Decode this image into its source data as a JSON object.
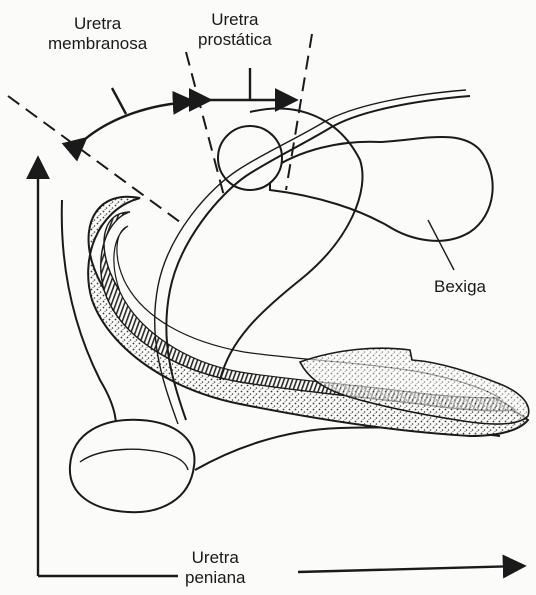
{
  "labels": {
    "uretra_membranosa": {
      "line1": "Uretra",
      "line2": "membranosa"
    },
    "uretra_prostatica": {
      "line1": "Uretra",
      "line2": "prostática"
    },
    "bexiga": "Bexiga",
    "uretra_peniana": {
      "line1": "Uretra",
      "line2": "peniana"
    }
  },
  "colors": {
    "ink": "#1a1a1a",
    "paper": "#fbfbfa",
    "stipple": "#3a3a3a"
  }
}
